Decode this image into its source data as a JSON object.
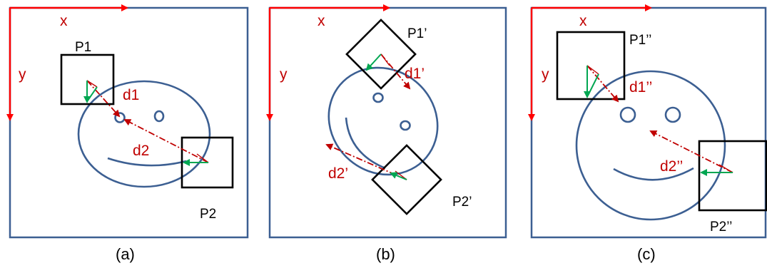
{
  "panels": [
    {
      "caption": "(a)",
      "axis_x": "x",
      "axis_y": "y",
      "patch_top": "P1",
      "patch_bottom": "P2",
      "dist_top": "d1",
      "dist_bottom": "d2"
    },
    {
      "caption": "(b)",
      "axis_x": "x",
      "axis_y": "y",
      "patch_top": "P1’",
      "patch_bottom": "P2’",
      "dist_top": "d1’",
      "dist_bottom": "d2’"
    },
    {
      "caption": "(c)",
      "axis_x": "x",
      "axis_y": "y",
      "patch_top": "P1’’",
      "patch_bottom": "P2’’",
      "dist_top": "d1’’",
      "dist_bottom": "d2’’"
    }
  ],
  "colors": {
    "frame": "#3c5f92",
    "axes": "#ff0000",
    "distance": "#c00000",
    "gradient": "#00a651",
    "patch": "#000000"
  }
}
